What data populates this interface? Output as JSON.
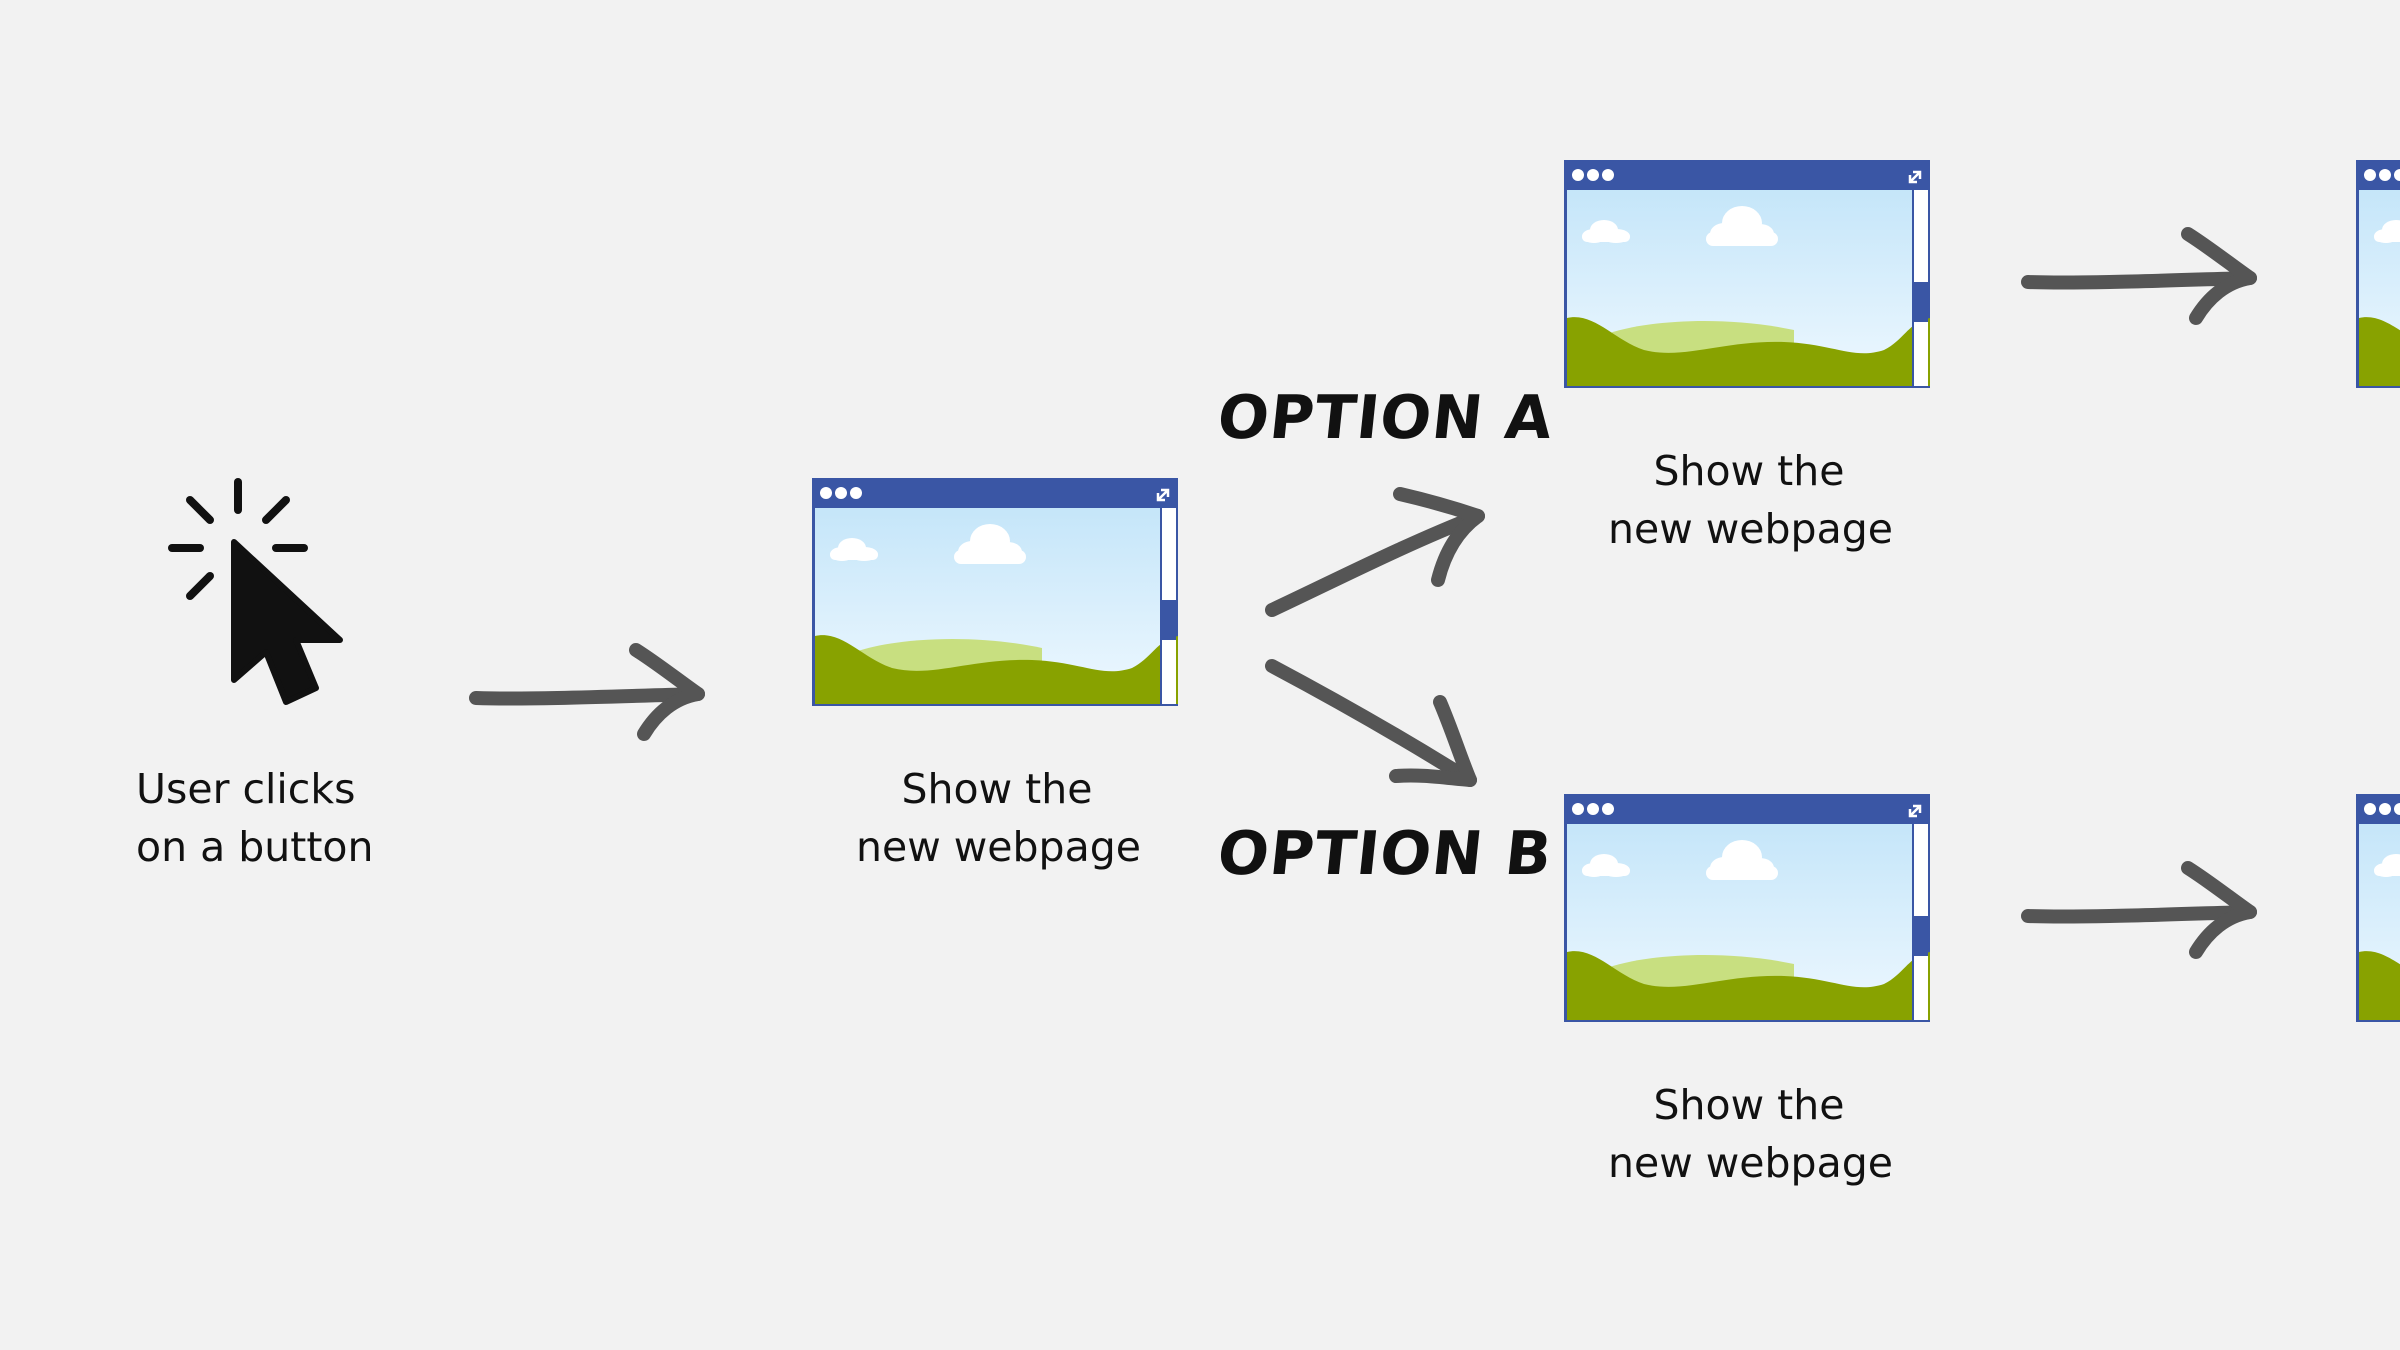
{
  "steps": {
    "click": {
      "line1": "User clicks",
      "line2": "on a button"
    },
    "show_initial": {
      "line1": "Show the",
      "line2": "new webpage"
    },
    "show_a": {
      "line1": "Show the",
      "line2": "new webpage"
    },
    "show_b": {
      "line1": "Show the",
      "line2": "new webpage"
    }
  },
  "options": {
    "a": "OPTION A",
    "b": "OPTION B"
  },
  "icons": {
    "cursor": "click-cursor-icon",
    "browser": "browser-window-icon",
    "arrow": "hand-drawn-arrow-icon"
  },
  "colors": {
    "background": "#f2f2f2",
    "browser_frame": "#3a56a5",
    "sky_top": "#bfe3f8",
    "grass": "#88a200",
    "grass_light": "#c8df80",
    "arrow": "#555555",
    "text": "#111111"
  }
}
